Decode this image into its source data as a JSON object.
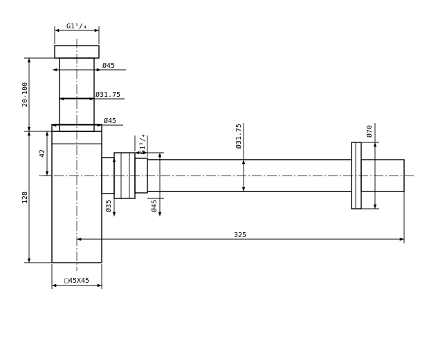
{
  "dimensions": {
    "top_thread": "G1¹/₄",
    "cap_dia": "Ø45",
    "pipe_dia": "Ø31.75",
    "body_top_dia": "Ø45",
    "height_range": "20-100",
    "side_thread": "G1¹/₄",
    "horizontal_pipe_dia": "Ø31.75",
    "flange_dia": "Ø70",
    "body_upper": "42",
    "body_total": "128",
    "outlet_dia": "Ø35",
    "nut_dia": "Ø45",
    "length": "325",
    "body_square": "□45X45"
  }
}
